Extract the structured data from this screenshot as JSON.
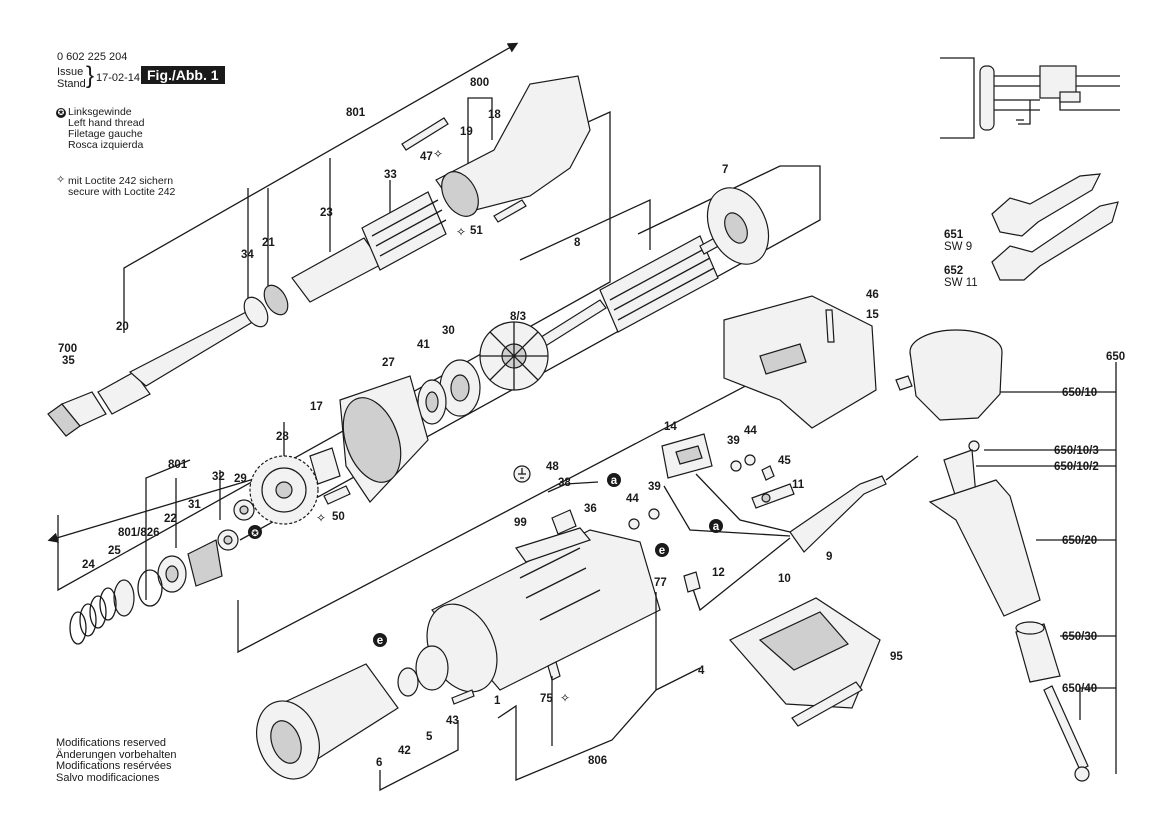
{
  "header": {
    "part_number": "0 602 225 204",
    "issue_label": "Issue",
    "stand_label": "Stand",
    "date": "17-02-14",
    "figure": "Fig./Abb. 1"
  },
  "legend": {
    "left_hand_thread": [
      "Linksgewinde",
      "Left hand thread",
      "Filetage gauche",
      "Rosca izquierda"
    ],
    "loctite": [
      "mit Loctite 242 sichern",
      "secure with Loctite 242"
    ]
  },
  "footer": [
    "Modifications reserved",
    "Änderungen vorbehalten",
    "Modifications resérvées",
    "Salvo modificaciones"
  ],
  "labels": {
    "l800": "800",
    "l801a": "801",
    "l19": "19",
    "l18": "18",
    "l47": "47",
    "l33": "33",
    "l23": "23",
    "l51": "51",
    "l34": "34",
    "l21": "21",
    "l20": "20",
    "l700": "700",
    "l35": "35",
    "l7": "7",
    "l8": "8",
    "l83": "8/3",
    "l30": "30",
    "l41": "41",
    "l27": "27",
    "l17": "17",
    "l28": "28",
    "l801b": "801",
    "l32": "32",
    "l29": "29",
    "l50": "50",
    "l22": "22",
    "l31": "31",
    "l801826": "801/826",
    "l25": "25",
    "l24": "24",
    "l46": "46",
    "l15": "15",
    "l14": "14",
    "l39a": "39",
    "l44a": "44",
    "l45": "45",
    "l11": "11",
    "l48": "48",
    "l38": "38",
    "l36": "36",
    "l44b": "44",
    "l39b": "39",
    "l99": "99",
    "l9": "9",
    "l12": "12",
    "l10": "10",
    "l77": "77",
    "l4": "4",
    "l95": "95",
    "l75": "75",
    "l43": "43",
    "l1": "1",
    "l42": "42",
    "l5": "5",
    "l6": "6",
    "l806": "806",
    "l651": "651",
    "l651sw": "SW 9",
    "l652": "652",
    "l652sw": "SW 11",
    "l650": "650",
    "l650_10": "650/10",
    "l650_10_3": "650/10/3",
    "l650_10_2": "650/10/2",
    "l650_20": "650/20",
    "l650_30": "650/30",
    "l650_40": "650/40",
    "ma": "a",
    "me": "e"
  }
}
